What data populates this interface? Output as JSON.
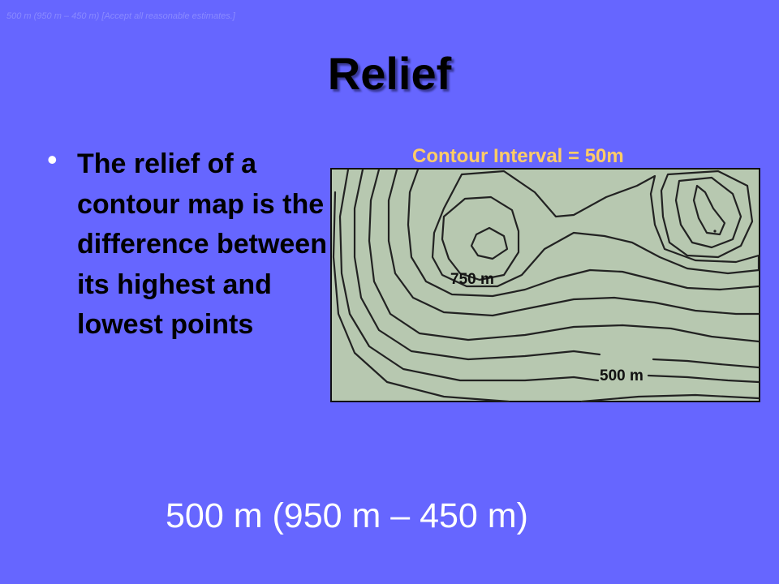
{
  "note": "500 m (950 m – 450 m) [Accept all reasonable estimates.]",
  "title": "Relief",
  "bullet": {
    "symbol": "•",
    "text": "The relief of a contour map is the difference between its highest and lowest points"
  },
  "map": {
    "interval_label": "Contour Interval = 50m",
    "labels": [
      "750 m",
      "500 m"
    ],
    "background_color": "#b7c8b0"
  },
  "answer": "500 m (950 m – 450 m)",
  "colors": {
    "slide_background": "#6666ff",
    "interval_label": "#ffcc66",
    "answer": "#ffffff"
  }
}
